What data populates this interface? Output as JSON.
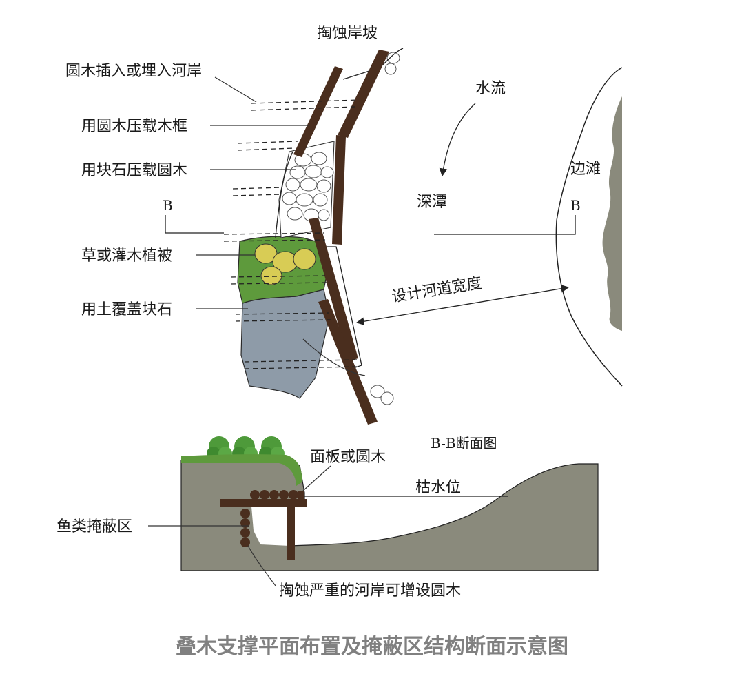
{
  "labels": {
    "erosion_bank": "掏蚀岸坡",
    "log_insert": "圆木插入或埋入河岸",
    "log_press_frame": "用圆木压载木框",
    "stone_press_log": "用块石压载圆木",
    "vegetation": "草或灌木植被",
    "soil_cover": "用土覆盖块石",
    "water_flow": "水流",
    "deep_pool": "深潭",
    "side_beach": "边滩",
    "section_b_left": "B",
    "section_b_right": "B",
    "design_width": "设计河道宽度",
    "section_title": "B-B断面图",
    "panel_or_log": "面板或圆木",
    "low_water": "枯水位",
    "fish_shelter": "鱼类掩蔽区",
    "extra_logs": "掏蚀严重的河岸可增设圆木"
  },
  "caption": "叠木支撑平面布置及掩蔽区结构断面示意图",
  "colors": {
    "timber": "#4a2e1e",
    "grass": "#5e9a3c",
    "soil_grey": "#8e9ba8",
    "bank_grey": "#8a8a7c",
    "stone_yellow": "#d8cc55",
    "caption_grey": "#808080"
  }
}
